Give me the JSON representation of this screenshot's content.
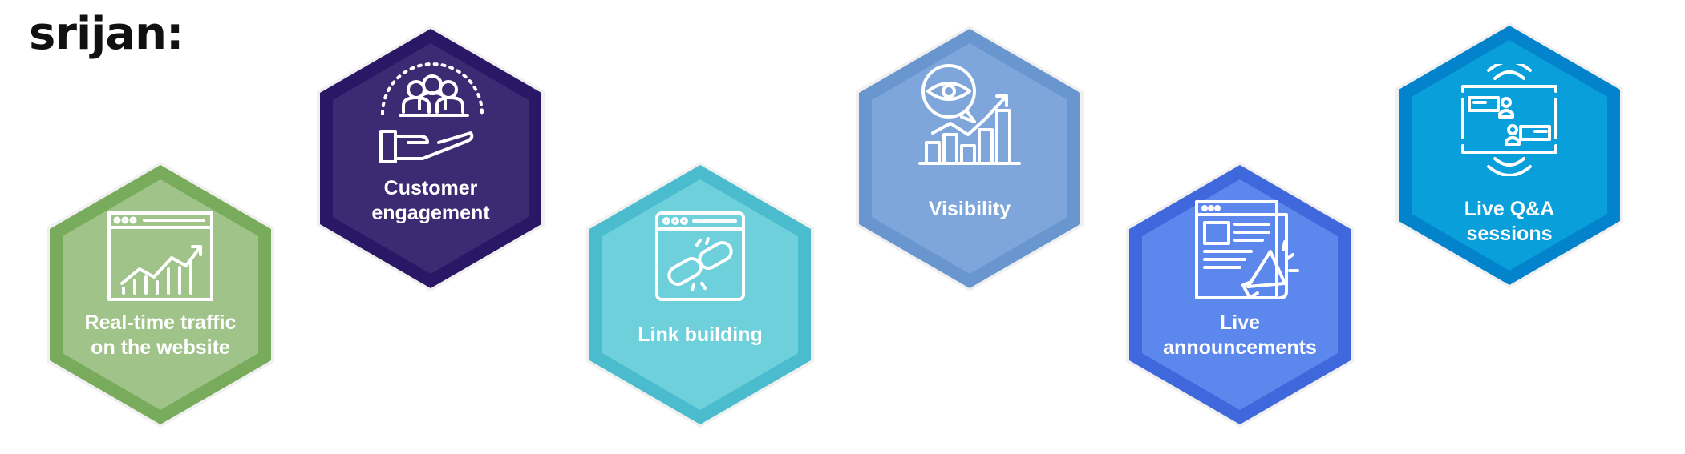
{
  "brand": {
    "logo_text": "srijan:"
  },
  "items": [
    {
      "label": "Real-time traffic\non the website",
      "icon": "traffic-chart-icon",
      "outer_color": "#79ab5c",
      "inner_color": "#a0c38a"
    },
    {
      "label": "Customer\nengagement",
      "icon": "customer-engagement-icon",
      "outer_color": "#2a1765",
      "inner_color": "#3c2a72"
    },
    {
      "label": "Link building",
      "icon": "link-icon",
      "outer_color": "#4bbccd",
      "inner_color": "#6dd0da"
    },
    {
      "label": "Visibility",
      "icon": "visibility-eye-chart-icon",
      "outer_color": "#6a96cf",
      "inner_color": "#7ea6da"
    },
    {
      "label": "Live\nannouncements",
      "icon": "announcement-megaphone-icon",
      "outer_color": "#3f68dc",
      "inner_color": "#5c87ec"
    },
    {
      "label": "Live Q&A\nsessions",
      "icon": "qa-chat-wifi-icon",
      "outer_color": "#0383cb",
      "inner_color": "#089fda"
    }
  ]
}
